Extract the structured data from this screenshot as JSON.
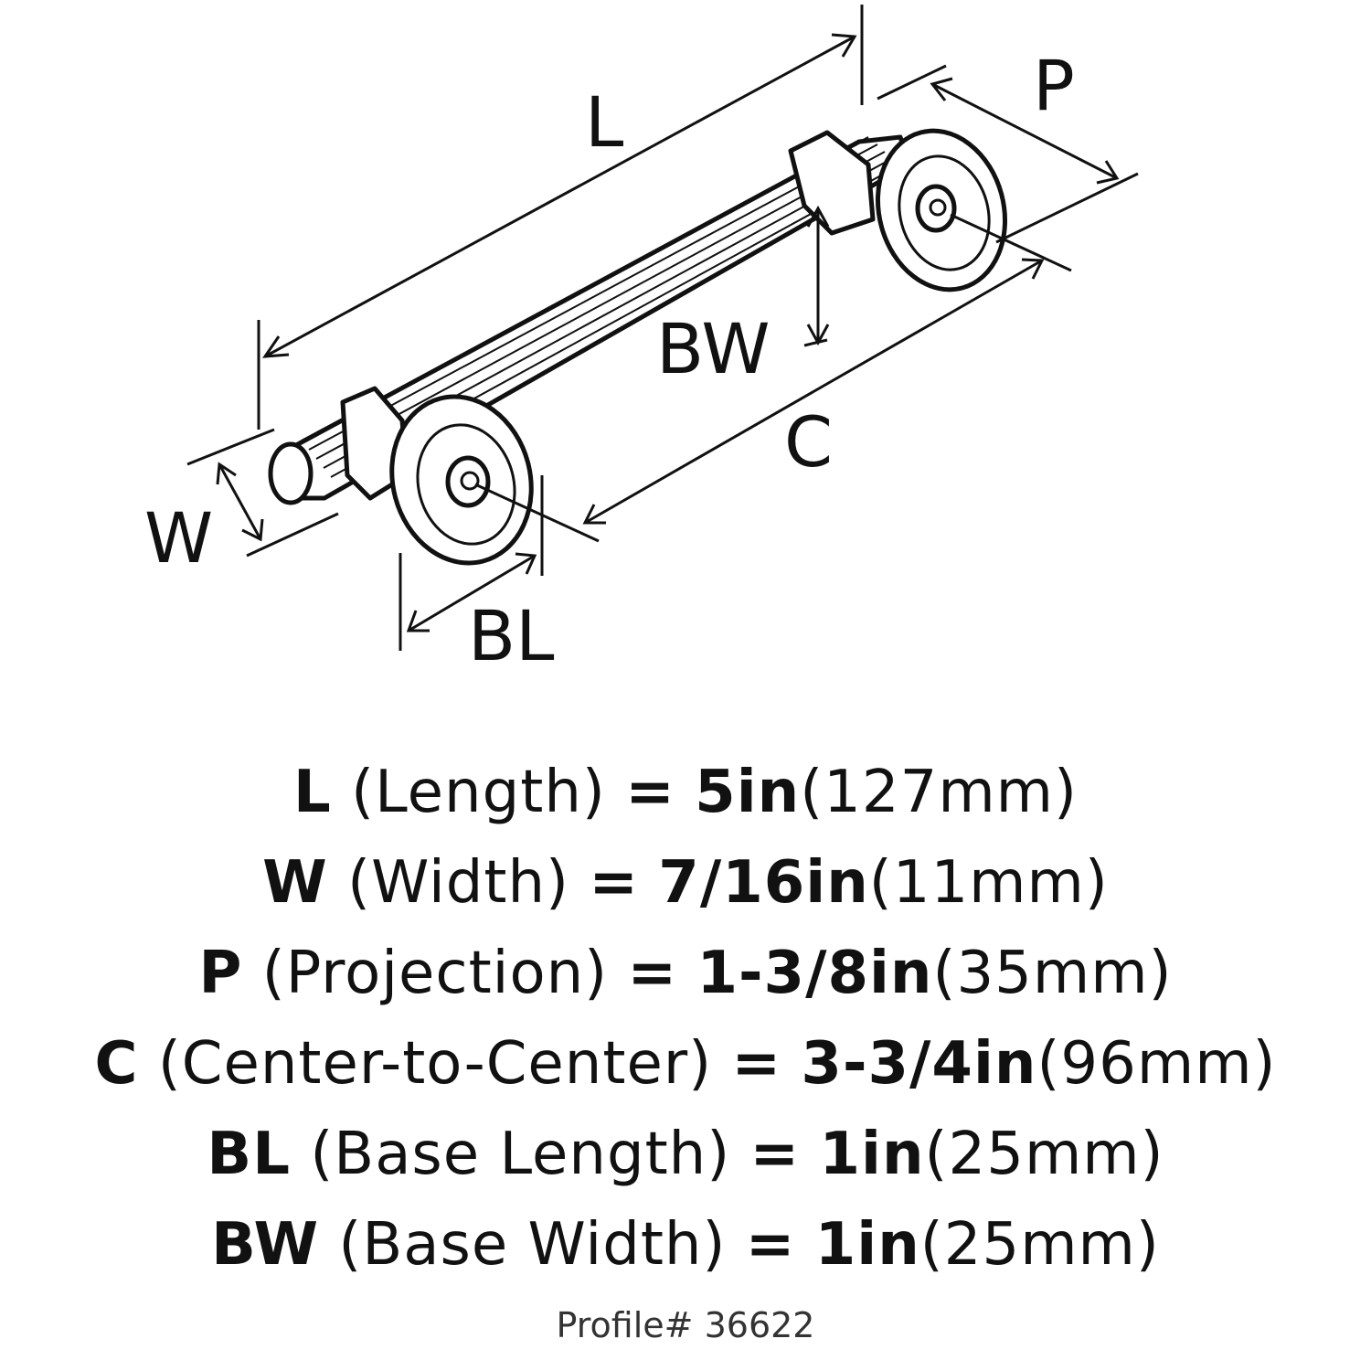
{
  "diagram": {
    "labels": {
      "L": "L",
      "P": "P",
      "BW": "BW",
      "C": "C",
      "W": "W",
      "BL": "BL"
    }
  },
  "specs": [
    {
      "abbr": "L",
      "name": "(Length)",
      "eq": "=",
      "imperial": "5in",
      "metric": "(127mm)"
    },
    {
      "abbr": "W",
      "name": "(Width)",
      "eq": "=",
      "imperial": "7/16in",
      "metric": "(11mm)"
    },
    {
      "abbr": "P",
      "name": "(Projection)",
      "eq": "=",
      "imperial": "1-3/8in",
      "metric": "(35mm)"
    },
    {
      "abbr": "C",
      "name": "(Center-to-Center)",
      "eq": "=",
      "imperial": "3-3/4in",
      "metric": "(96mm)"
    },
    {
      "abbr": "BL",
      "name": "(Base Length)",
      "eq": "=",
      "imperial": "1in",
      "metric": "(25mm)"
    },
    {
      "abbr": "BW",
      "name": "(Base Width)",
      "eq": "=",
      "imperial": "1in",
      "metric": "(25mm)"
    }
  ],
  "profile": "Profile# 36622"
}
